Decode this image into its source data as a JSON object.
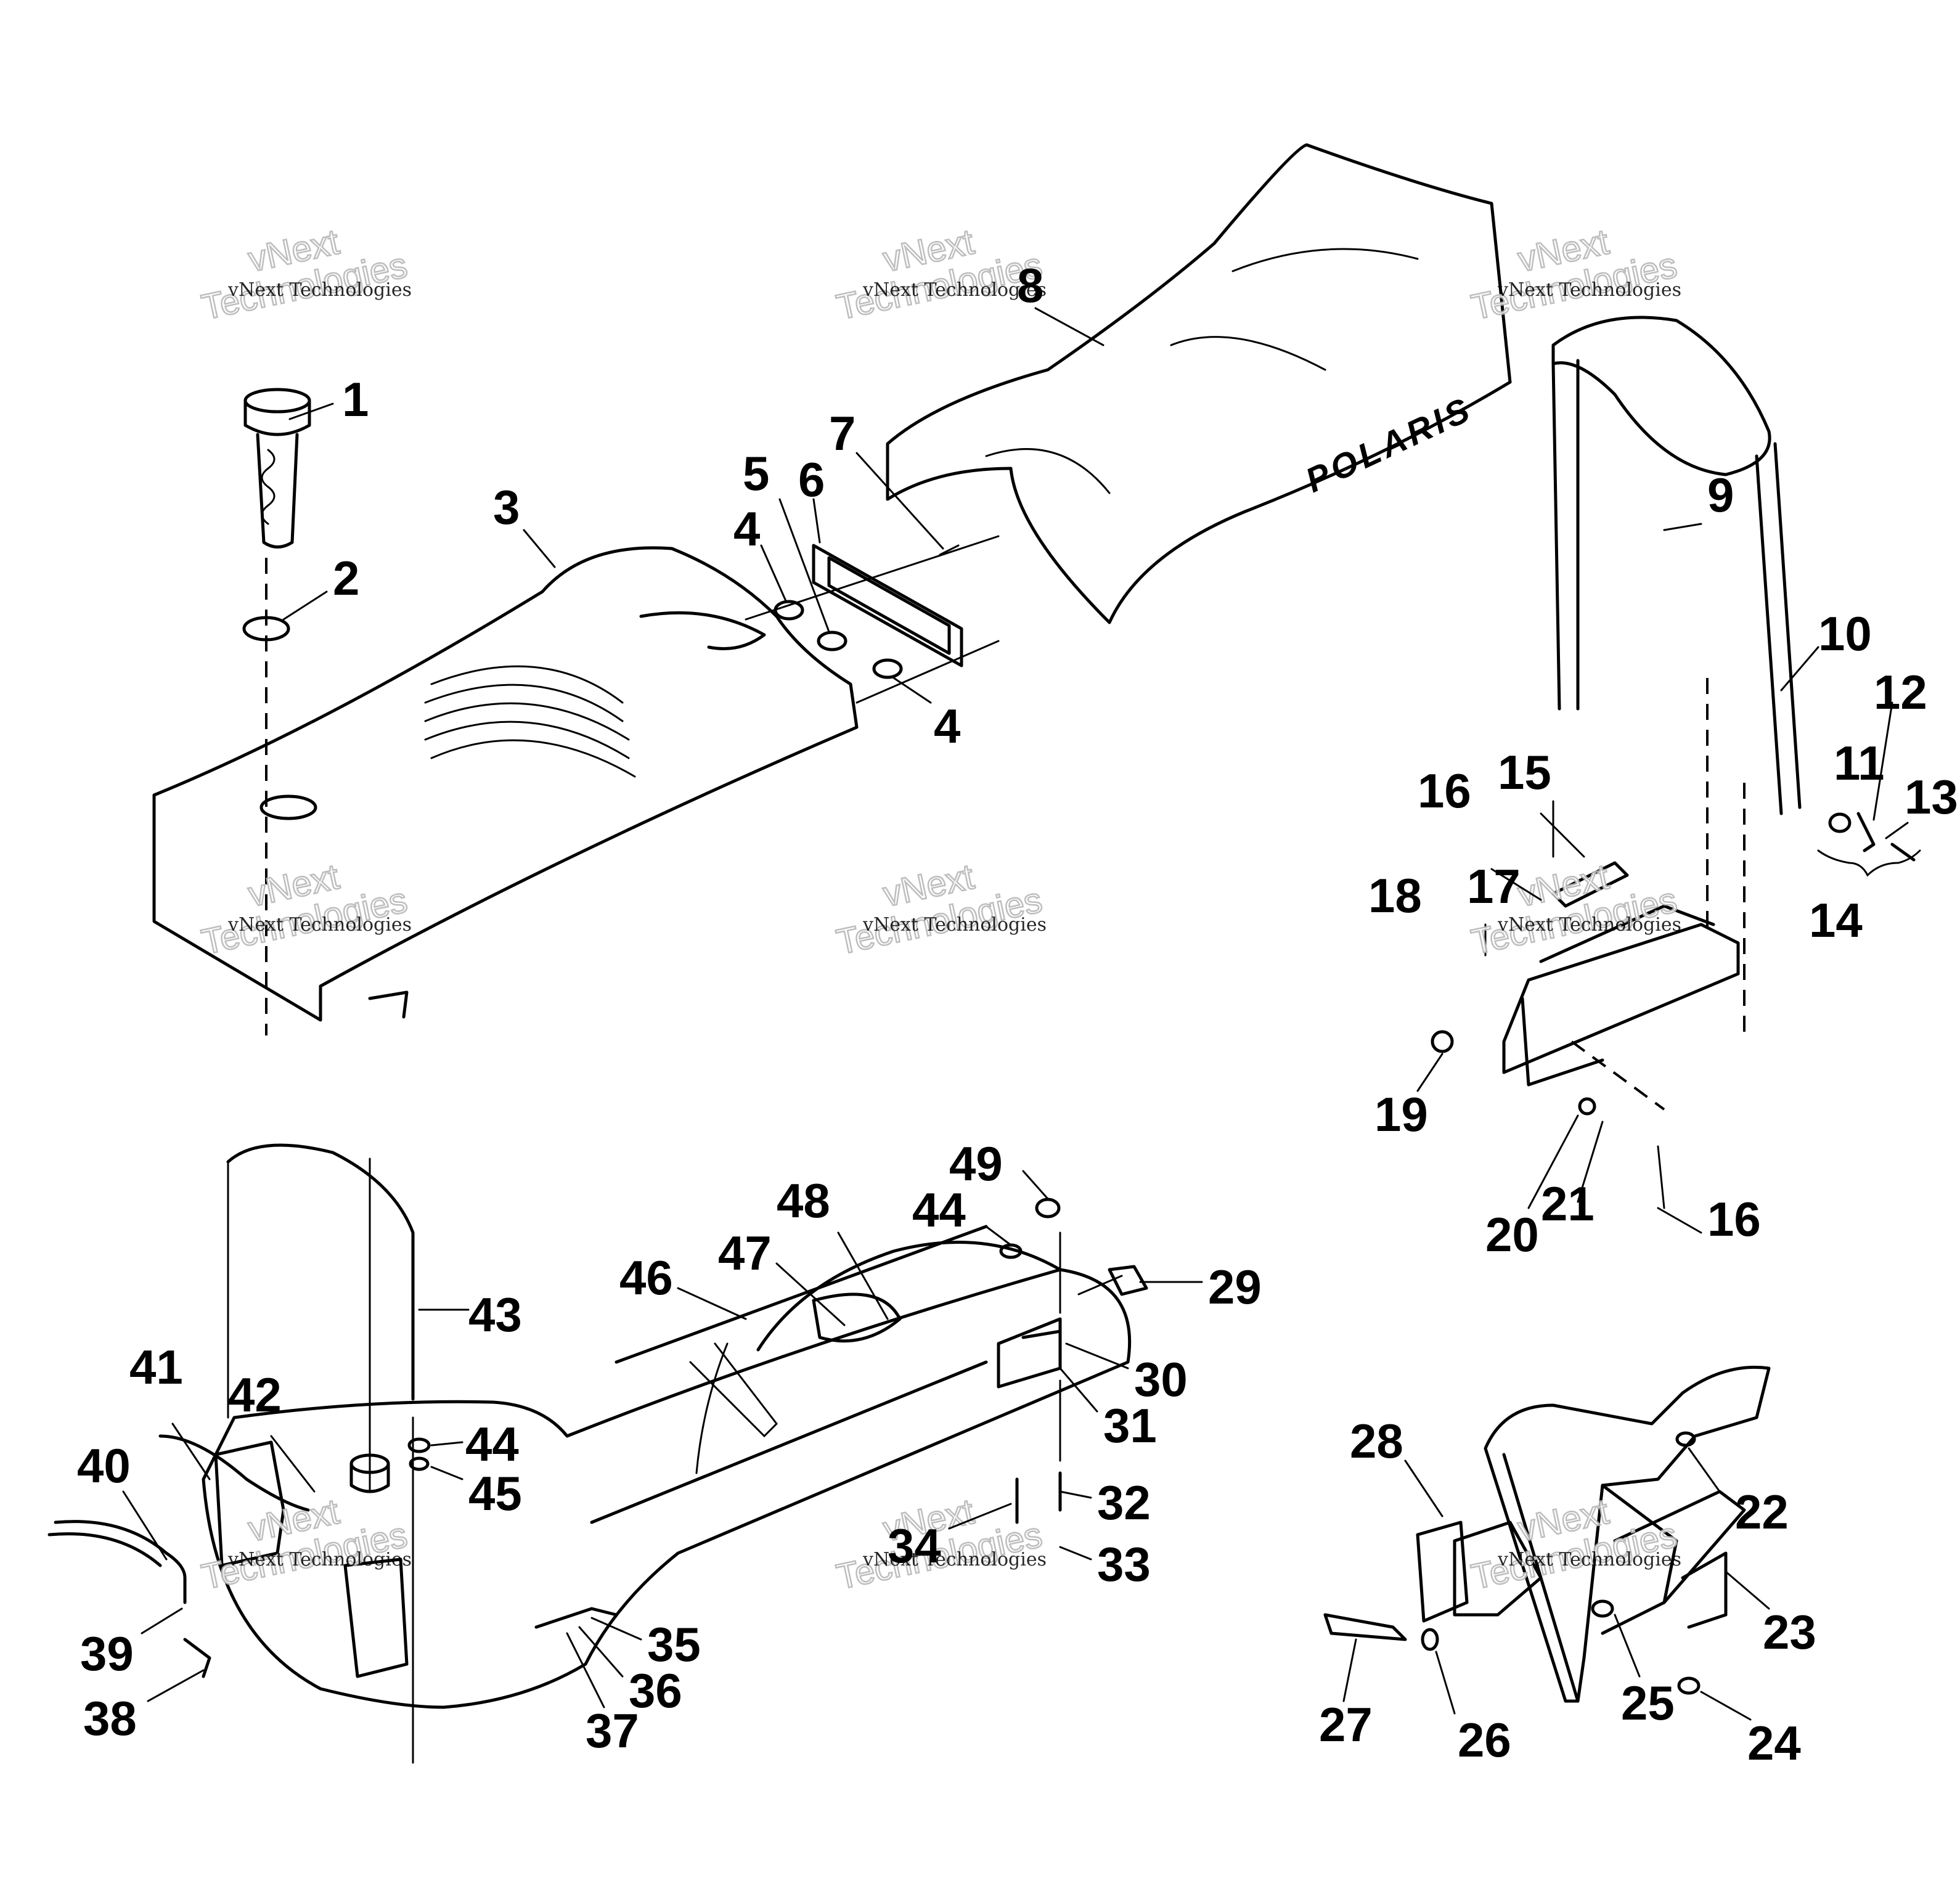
{
  "diagram": {
    "brand_logo": "POLARIS",
    "watermark": {
      "line_small": "vNext Technologies",
      "line_big_1": "vNext",
      "line_big_2": "Technologies"
    },
    "callouts": [
      "1",
      "2",
      "3",
      "4",
      "4",
      "5",
      "6",
      "7",
      "8",
      "9",
      "10",
      "11",
      "12",
      "13",
      "14",
      "15",
      "16",
      "16",
      "17",
      "18",
      "19",
      "20",
      "21",
      "22",
      "23",
      "24",
      "25",
      "26",
      "27",
      "28",
      "29",
      "30",
      "31",
      "32",
      "33",
      "34",
      "35",
      "36",
      "37",
      "38",
      "39",
      "40",
      "41",
      "42",
      "43",
      "44",
      "44",
      "45",
      "46",
      "47",
      "48",
      "49"
    ]
  }
}
